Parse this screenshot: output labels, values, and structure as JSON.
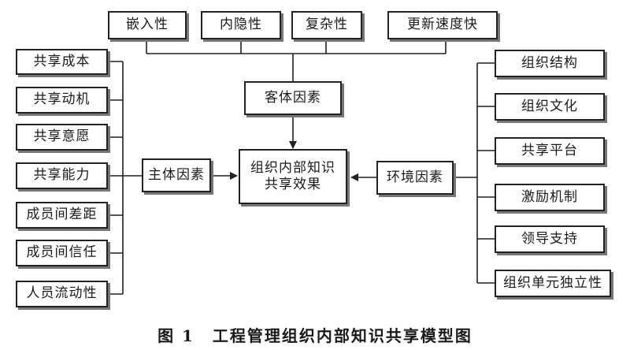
{
  "object_factors": {
    "items": [
      "嵌入性",
      "内隐性",
      "复杂性",
      "更新速度快"
    ],
    "label": "客体因素"
  },
  "subject_factors": {
    "items": [
      "共享成本",
      "共享动机",
      "共享意愿",
      "共享能力",
      "成员间差距",
      "成员间信任",
      "人员流动性"
    ],
    "label": "主体因素"
  },
  "environment_factors": {
    "items": [
      "组织结构",
      "组织文化",
      "共享平台",
      "激励机制",
      "领导支持",
      "组织单元独立性"
    ],
    "label": "环境因素"
  },
  "center": {
    "line1": "组织内部知识",
    "line2": "共享效果"
  },
  "caption": {
    "number": "图 1",
    "text": "工程管理组织内部知识共享模型图"
  }
}
